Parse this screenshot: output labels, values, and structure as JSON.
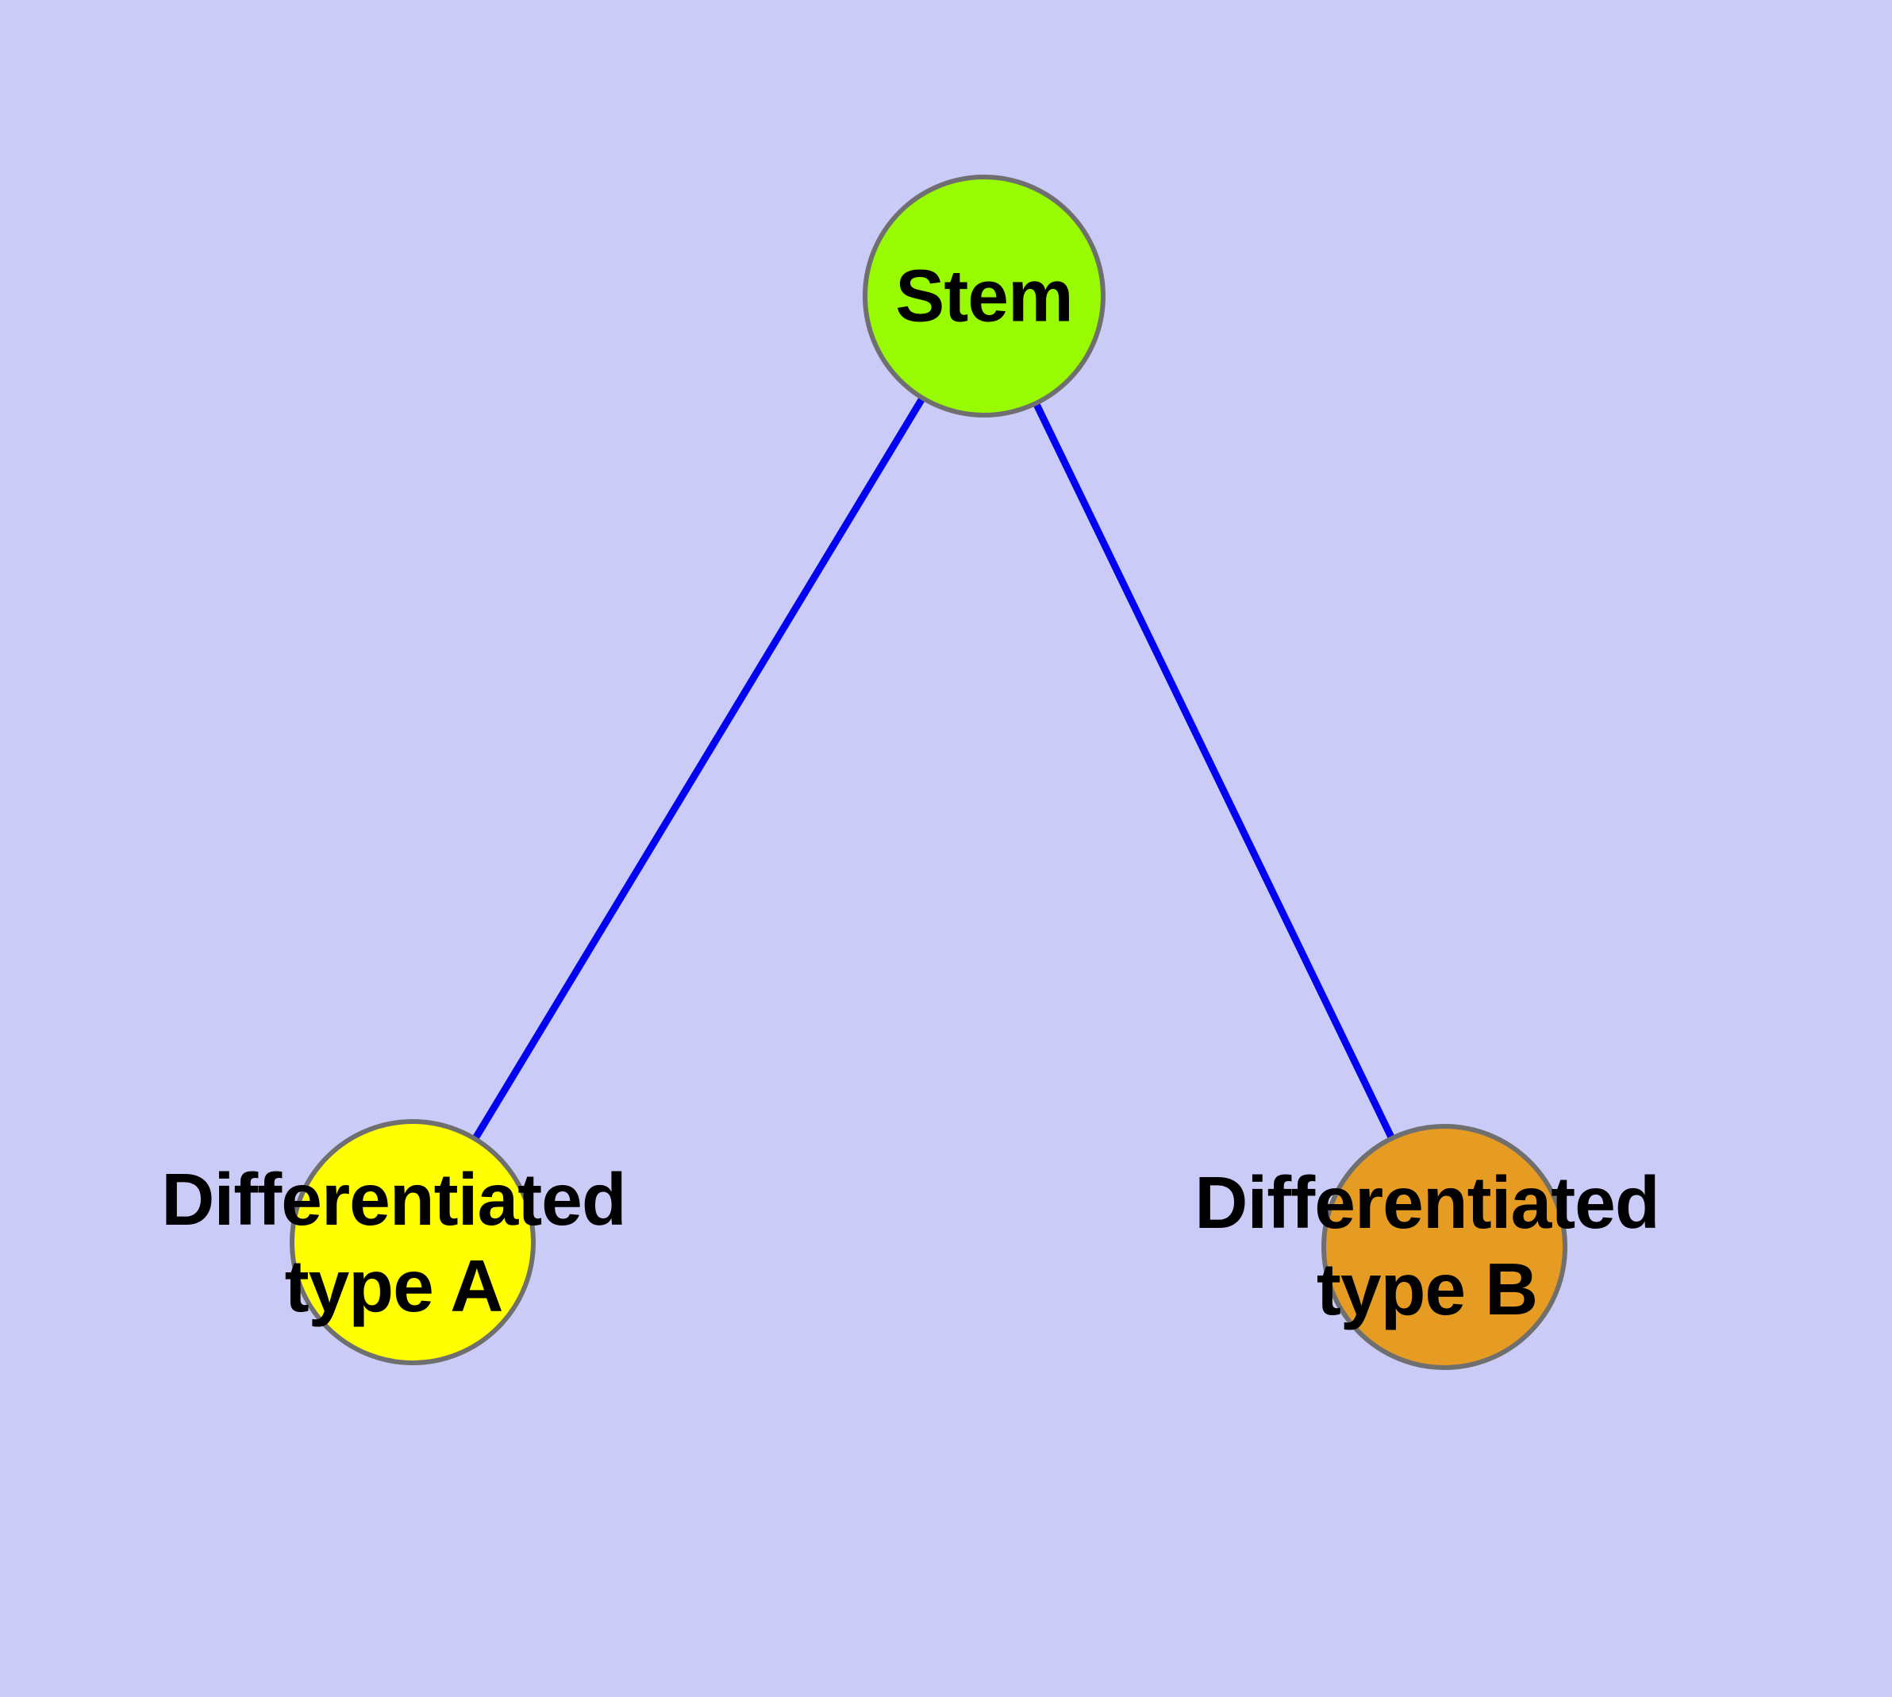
{
  "diagram": {
    "background_color": "#CBCBF7",
    "edge_color": "#0202F2",
    "node_border_color": "#6F6F6F",
    "text_color": "#000000",
    "nodes": [
      {
        "id": "stem",
        "label_lines": [
          "Stem"
        ],
        "fill_color": "#99FB01"
      },
      {
        "id": "differentiated-type-a",
        "label_lines": [
          "Differentiated",
          "type A"
        ],
        "fill_color": "#FFFF00"
      },
      {
        "id": "differentiated-type-b",
        "label_lines": [
          "Differentiated",
          "type B"
        ],
        "fill_color": "#E69B23"
      }
    ],
    "edges": [
      {
        "from": "stem",
        "to": "differentiated-type-a"
      },
      {
        "from": "stem",
        "to": "differentiated-type-b"
      }
    ]
  }
}
